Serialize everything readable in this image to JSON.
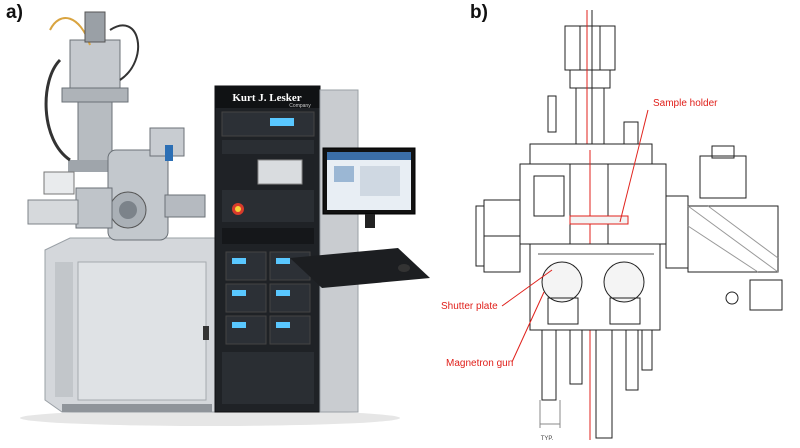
{
  "panels": {
    "a": {
      "label": "a)",
      "brand": "Kurt J. Lesker",
      "brand_sub": "Company"
    },
    "b": {
      "label": "b)"
    }
  },
  "annotations": {
    "sample_holder": "Sample holder",
    "shutter_plate": "Shutter plate",
    "magnetron_gun": "Magnetron gun",
    "dim_label": "TYP."
  },
  "colors": {
    "annotation_red": "#e0201b",
    "cabinet_dark": "#1f2226",
    "frame_grey": "#c9ccd0",
    "steel": "#b9bec4"
  }
}
